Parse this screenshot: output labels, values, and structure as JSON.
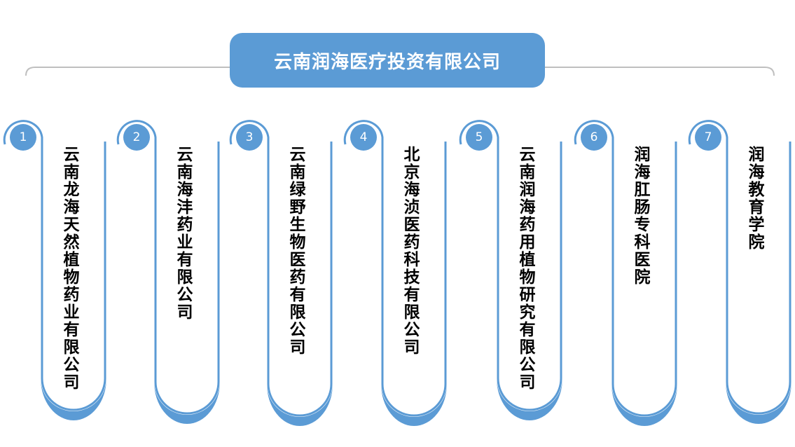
{
  "title": "云南润海医疗投资有限公司",
  "colors": {
    "accent": "#5b9bd5",
    "bracket": "#bfbfbf"
  },
  "companies": [
    {
      "number": "1",
      "name": "云南龙海天然植物药业有限公司"
    },
    {
      "number": "2",
      "name": "云南海沣药业有限公司"
    },
    {
      "number": "3",
      "name": "云南绿野生物医药有限公司"
    },
    {
      "number": "4",
      "name": "北京海浈医药科技有限公司"
    },
    {
      "number": "5",
      "name": "云南润海药用植物研究有限公司"
    },
    {
      "number": "6",
      "name": "润海肛肠专科医院"
    },
    {
      "number": "7",
      "name": "润海教育学院"
    }
  ]
}
